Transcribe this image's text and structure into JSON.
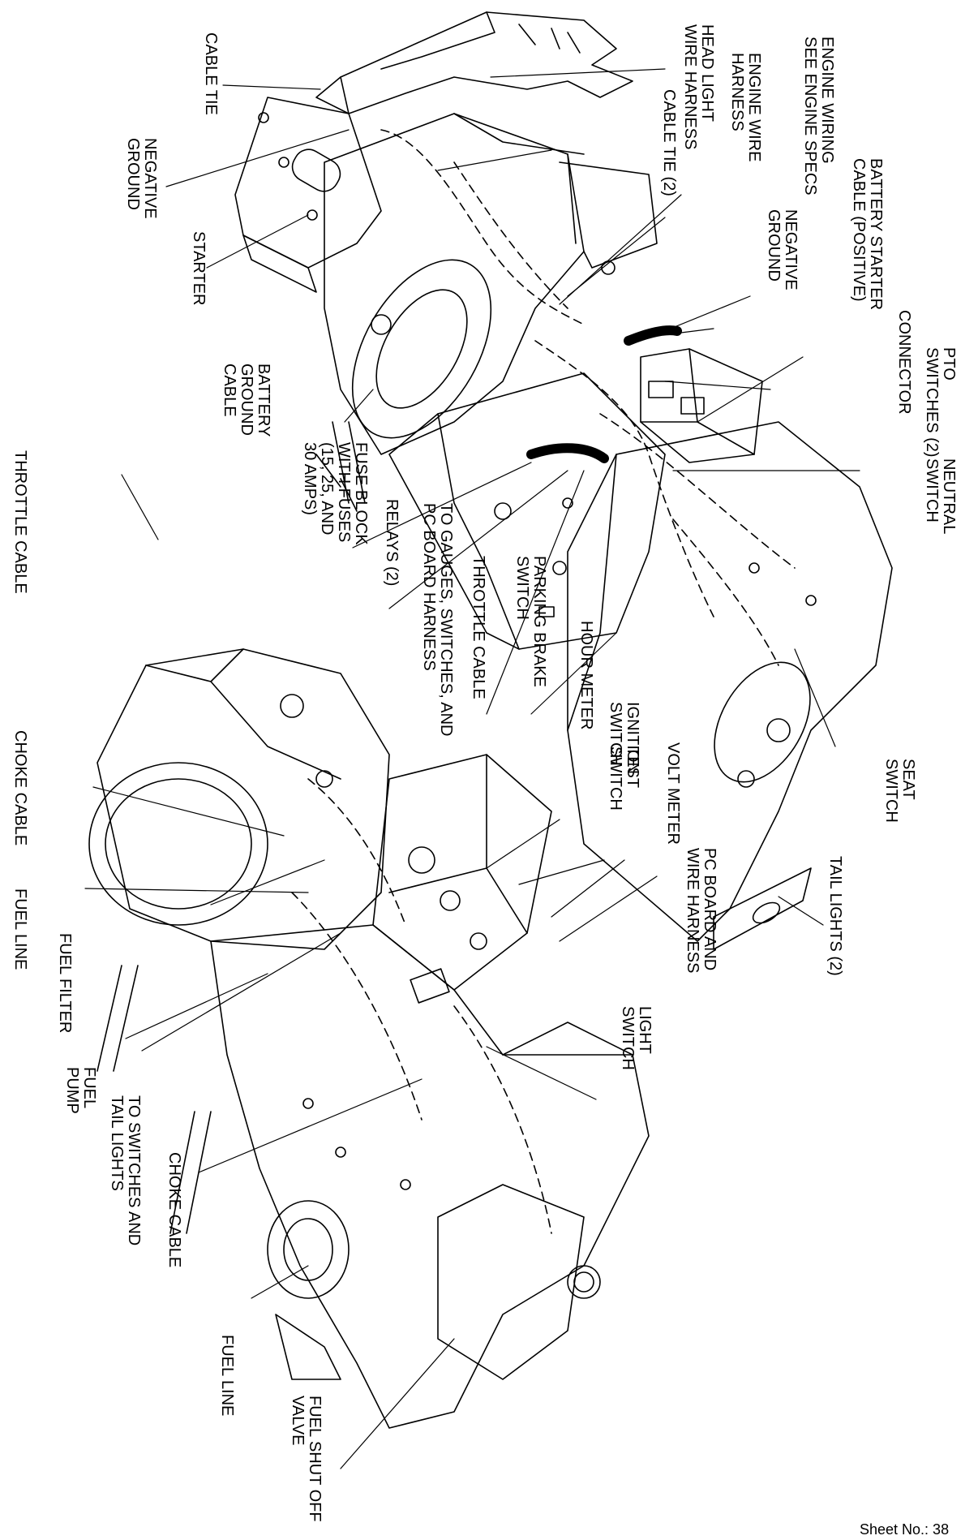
{
  "labels": {
    "cable_tie_top": "CABLE TIE",
    "negative_ground_left": "NEGATIVE\nGROUND",
    "starter": "STARTER",
    "head_light_wire_harness": "HEAD LIGHT\nWIRE HARNESS",
    "engine_wire_harness": "ENGINE WIRE\nHARNESS",
    "cable_tie_2": "CABLE TIE (2)",
    "engine_wiring": "ENGINE WIRING\nSEE ENGINE SPECS",
    "battery_starter_cable": "BATTERY STARTER\nCABLE (POSITIVE)",
    "negative_ground_right": "NEGATIVE\nGROUND",
    "connector": "CONNECTOR",
    "pto_switches": "PTO\nSWITCHES (2)",
    "neutral_switch": "NEUTRAL\nSWITCH",
    "battery_ground_cable": "BATTERY\nGROUND\nCABLE",
    "fuse_block": "FUSE BLOCK\nWITH FUSES\n(15, 25, AND\n30 AMPS)",
    "relays": "RELAYS (2)",
    "to_gauges": "TO GAUGES, SWITCHES, AND\nPC BOARD HARNESS",
    "throttle_cable_mid": "THROTTLE CABLE",
    "parking_brake_switch": "PARKING BRAKE\nSWITCH",
    "hour_meter": "HOUR METER",
    "ignition_switch": "IGNITION\nSWITCH",
    "test_switch": "TEST\nSWITCH",
    "volt_meter": "VOLT METER",
    "pc_board_harness": "PC BOARD AND\nWIRE HARNESS",
    "seat_switch": "SEAT\nSWITCH",
    "tail_lights": "TAIL LIGHTS (2)",
    "light_switch": "LIGHT\nSWITCH",
    "throttle_cable_left": "THROTTLE CABLE",
    "choke_cable_left": "CHOKE CABLE",
    "fuel_line_left": "FUEL LINE",
    "fuel_filter": "FUEL FILTER",
    "fuel_pump": "FUEL\nPUMP",
    "to_switches_tail_lights": "TO SWITCHES AND\nTAIL LIGHTS",
    "choke_cable_bottom": "CHOKE CABLE",
    "fuel_line_bottom": "FUEL LINE",
    "fuel_shut_off_valve": "FUEL SHUT OFF\nVALVE"
  },
  "sheet_no": "Sheet No.: 38"
}
